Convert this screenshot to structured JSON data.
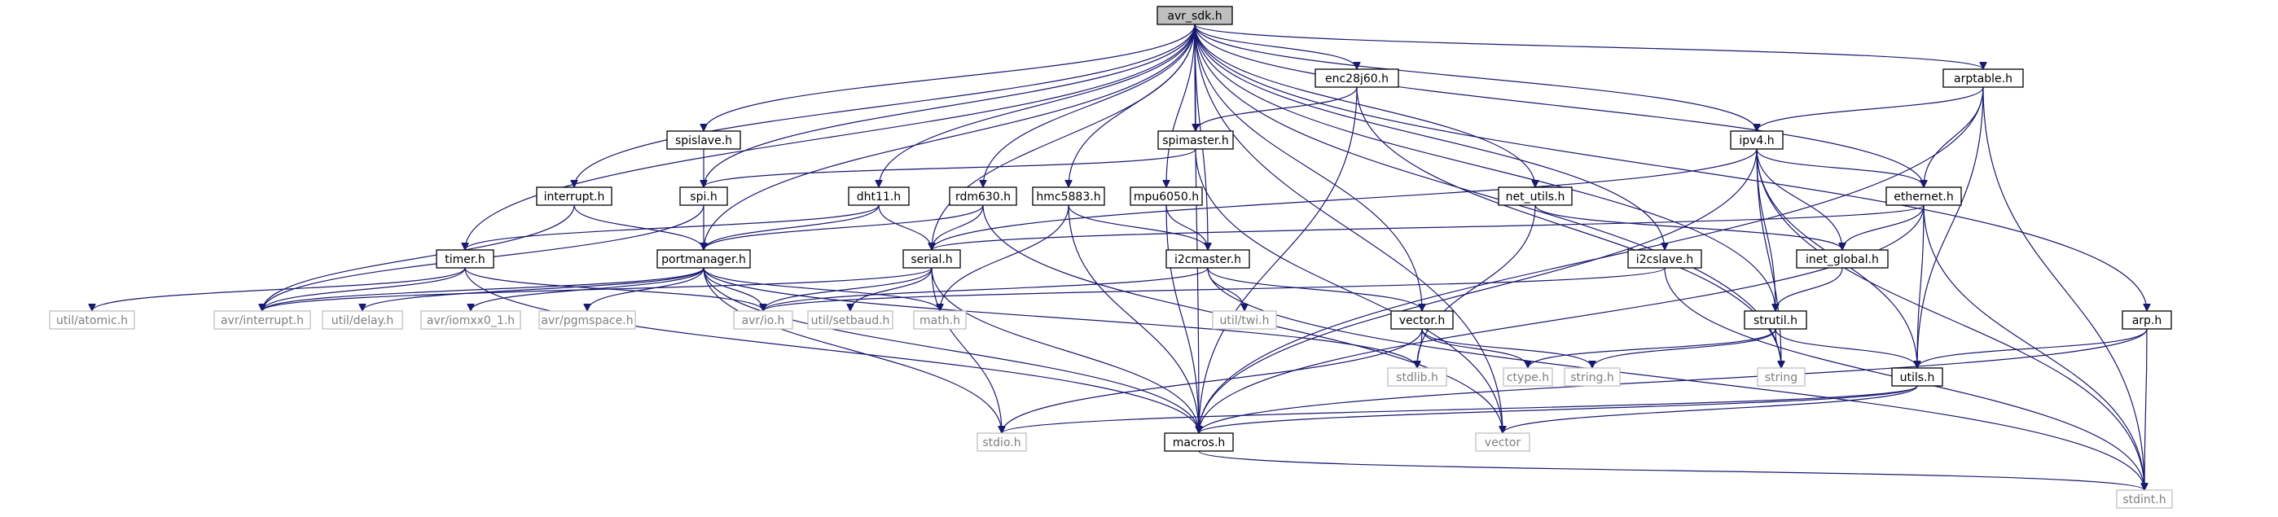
{
  "diagram": {
    "colors": {
      "edge": "#191970",
      "local_border": "#000000",
      "system_border": "#bfbfbf",
      "system_text": "#7f7f7f",
      "root_fill": "#bfbfbf"
    },
    "nodes": [
      {
        "id": "avr_sdk",
        "label": "avr_sdk.h",
        "kind": "root"
      },
      {
        "id": "enc28j60",
        "label": "enc28j60.h",
        "kind": "local"
      },
      {
        "id": "arptable",
        "label": "arptable.h",
        "kind": "local"
      },
      {
        "id": "spislave",
        "label": "spislave.h",
        "kind": "local"
      },
      {
        "id": "spimaster",
        "label": "spimaster.h",
        "kind": "local"
      },
      {
        "id": "ipv4",
        "label": "ipv4.h",
        "kind": "local"
      },
      {
        "id": "interrupt",
        "label": "interrupt.h",
        "kind": "local"
      },
      {
        "id": "spi",
        "label": "spi.h",
        "kind": "local"
      },
      {
        "id": "dht11",
        "label": "dht11.h",
        "kind": "local"
      },
      {
        "id": "rdm630",
        "label": "rdm630.h",
        "kind": "local"
      },
      {
        "id": "hmc5883",
        "label": "hmc5883.h",
        "kind": "local"
      },
      {
        "id": "mpu6050",
        "label": "mpu6050.h",
        "kind": "local"
      },
      {
        "id": "net_utils",
        "label": "net_utils.h",
        "kind": "local"
      },
      {
        "id": "ethernet",
        "label": "ethernet.h",
        "kind": "local"
      },
      {
        "id": "timer",
        "label": "timer.h",
        "kind": "local"
      },
      {
        "id": "portmanager",
        "label": "portmanager.h",
        "kind": "local"
      },
      {
        "id": "serial",
        "label": "serial.h",
        "kind": "local"
      },
      {
        "id": "i2cmaster",
        "label": "i2cmaster.h",
        "kind": "local"
      },
      {
        "id": "i2cslave",
        "label": "i2cslave.h",
        "kind": "local"
      },
      {
        "id": "inet_global",
        "label": "inet_global.h",
        "kind": "local"
      },
      {
        "id": "strutil",
        "label": "strutil.h",
        "kind": "local"
      },
      {
        "id": "vector_h",
        "label": "vector.h",
        "kind": "local"
      },
      {
        "id": "arp",
        "label": "arp.h",
        "kind": "local"
      },
      {
        "id": "utils",
        "label": "utils.h",
        "kind": "local"
      },
      {
        "id": "macros",
        "label": "macros.h",
        "kind": "local"
      },
      {
        "id": "util_atomic",
        "label": "util/atomic.h",
        "kind": "sys"
      },
      {
        "id": "avr_interrupt",
        "label": "avr/interrupt.h",
        "kind": "sys"
      },
      {
        "id": "util_delay",
        "label": "util/delay.h",
        "kind": "sys"
      },
      {
        "id": "avr_iomxx0",
        "label": "avr/iomxx0_1.h",
        "kind": "sys"
      },
      {
        "id": "avr_pgmspace",
        "label": "avr/pgmspace.h",
        "kind": "sys"
      },
      {
        "id": "avr_io",
        "label": "avr/io.h",
        "kind": "sys"
      },
      {
        "id": "util_setbaud",
        "label": "util/setbaud.h",
        "kind": "sys"
      },
      {
        "id": "math",
        "label": "math.h",
        "kind": "sys"
      },
      {
        "id": "util_twi",
        "label": "util/twi.h",
        "kind": "sys"
      },
      {
        "id": "stdlib",
        "label": "stdlib.h",
        "kind": "sys"
      },
      {
        "id": "ctype",
        "label": "ctype.h",
        "kind": "sys"
      },
      {
        "id": "string_h",
        "label": "string.h",
        "kind": "sys"
      },
      {
        "id": "string",
        "label": "string",
        "kind": "sys"
      },
      {
        "id": "stdio",
        "label": "stdio.h",
        "kind": "sys"
      },
      {
        "id": "vector",
        "label": "vector",
        "kind": "sys"
      },
      {
        "id": "stdint",
        "label": "stdint.h",
        "kind": "sys"
      }
    ],
    "edges": [
      [
        "avr_sdk",
        "enc28j60"
      ],
      [
        "avr_sdk",
        "arptable"
      ],
      [
        "avr_sdk",
        "spislave"
      ],
      [
        "avr_sdk",
        "spimaster"
      ],
      [
        "avr_sdk",
        "ipv4"
      ],
      [
        "avr_sdk",
        "interrupt"
      ],
      [
        "avr_sdk",
        "spi"
      ],
      [
        "avr_sdk",
        "dht11"
      ],
      [
        "avr_sdk",
        "rdm630"
      ],
      [
        "avr_sdk",
        "hmc5883"
      ],
      [
        "avr_sdk",
        "mpu6050"
      ],
      [
        "avr_sdk",
        "net_utils"
      ],
      [
        "avr_sdk",
        "ethernet"
      ],
      [
        "avr_sdk",
        "timer"
      ],
      [
        "avr_sdk",
        "portmanager"
      ],
      [
        "avr_sdk",
        "serial"
      ],
      [
        "avr_sdk",
        "i2cmaster"
      ],
      [
        "avr_sdk",
        "i2cslave"
      ],
      [
        "avr_sdk",
        "strutil"
      ],
      [
        "avr_sdk",
        "vector_h"
      ],
      [
        "avr_sdk",
        "arp"
      ],
      [
        "avr_sdk",
        "macros"
      ],
      [
        "avr_sdk",
        "string"
      ],
      [
        "avr_sdk",
        "vector"
      ],
      [
        "enc28j60",
        "spimaster"
      ],
      [
        "enc28j60",
        "macros"
      ],
      [
        "enc28j60",
        "string"
      ],
      [
        "arptable",
        "ipv4"
      ],
      [
        "arptable",
        "ethernet"
      ],
      [
        "arptable",
        "utils"
      ],
      [
        "arptable",
        "macros"
      ],
      [
        "arptable",
        "stdint"
      ],
      [
        "spislave",
        "spi"
      ],
      [
        "spimaster",
        "spi"
      ],
      [
        "spimaster",
        "vector"
      ],
      [
        "ipv4",
        "serial"
      ],
      [
        "ipv4",
        "ethernet"
      ],
      [
        "ipv4",
        "inet_global"
      ],
      [
        "ipv4",
        "strutil"
      ],
      [
        "ipv4",
        "string"
      ],
      [
        "ipv4",
        "utils"
      ],
      [
        "ipv4",
        "macros"
      ],
      [
        "ipv4",
        "stdint"
      ],
      [
        "interrupt",
        "portmanager"
      ],
      [
        "interrupt",
        "avr_interrupt"
      ],
      [
        "spi",
        "portmanager"
      ],
      [
        "spi",
        "avr_interrupt"
      ],
      [
        "dht11",
        "timer"
      ],
      [
        "dht11",
        "portmanager"
      ],
      [
        "dht11",
        "serial"
      ],
      [
        "rdm630",
        "portmanager"
      ],
      [
        "rdm630",
        "serial"
      ],
      [
        "rdm630",
        "vector"
      ],
      [
        "hmc5883",
        "i2cmaster"
      ],
      [
        "hmc5883",
        "math"
      ],
      [
        "hmc5883",
        "macros"
      ],
      [
        "mpu6050",
        "i2cmaster"
      ],
      [
        "mpu6050",
        "macros"
      ],
      [
        "net_utils",
        "inet_global"
      ],
      [
        "net_utils",
        "stdlib"
      ],
      [
        "ethernet",
        "serial"
      ],
      [
        "ethernet",
        "inet_global"
      ],
      [
        "ethernet",
        "utils"
      ],
      [
        "ethernet",
        "macros"
      ],
      [
        "ethernet",
        "stdint"
      ],
      [
        "timer",
        "util_atomic"
      ],
      [
        "timer",
        "avr_interrupt"
      ],
      [
        "timer",
        "avr_io"
      ],
      [
        "timer",
        "macros"
      ],
      [
        "portmanager",
        "avr_interrupt"
      ],
      [
        "portmanager",
        "util_delay"
      ],
      [
        "portmanager",
        "avr_iomxx0"
      ],
      [
        "portmanager",
        "avr_pgmspace"
      ],
      [
        "portmanager",
        "avr_io"
      ],
      [
        "portmanager",
        "math"
      ],
      [
        "portmanager",
        "stdlib"
      ],
      [
        "portmanager",
        "stdio"
      ],
      [
        "portmanager",
        "macros"
      ],
      [
        "serial",
        "avr_interrupt"
      ],
      [
        "serial",
        "avr_io"
      ],
      [
        "serial",
        "util_setbaud"
      ],
      [
        "serial",
        "stdio"
      ],
      [
        "serial",
        "macros"
      ],
      [
        "i2cmaster",
        "avr_io"
      ],
      [
        "i2cmaster",
        "util_twi"
      ],
      [
        "i2cmaster",
        "vector_h"
      ],
      [
        "i2cmaster",
        "stdint"
      ],
      [
        "i2cslave",
        "avr_io"
      ],
      [
        "i2cslave",
        "stdint"
      ],
      [
        "inet_global",
        "strutil"
      ],
      [
        "strutil",
        "ctype"
      ],
      [
        "strutil",
        "string_h"
      ],
      [
        "strutil",
        "string"
      ],
      [
        "strutil",
        "utils"
      ],
      [
        "vector_h",
        "stdlib"
      ],
      [
        "vector_h",
        "ctype"
      ],
      [
        "vector_h",
        "string_h"
      ],
      [
        "vector_h",
        "stdio"
      ],
      [
        "arp",
        "utils"
      ],
      [
        "arp",
        "macros"
      ],
      [
        "arp",
        "stdint"
      ],
      [
        "utils",
        "stdio"
      ],
      [
        "utils",
        "vector"
      ],
      [
        "utils",
        "macros"
      ],
      [
        "macros",
        "stdint"
      ]
    ]
  }
}
